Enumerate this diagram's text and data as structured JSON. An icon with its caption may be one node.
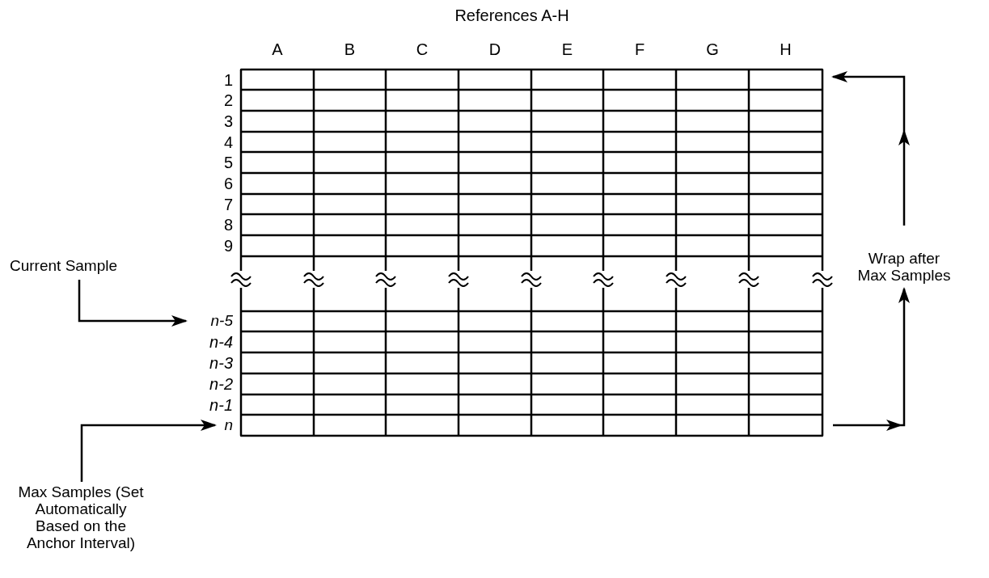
{
  "diagram": {
    "nodes": [
      {
        "text": [
          "Current Sample"
        ]
      },
      {
        "text": [
          "Max Samples (Set Automatically Based on the Anchor Interval)"
        ]
      },
      {
        "text": [
          "Wrap after Max Samples"
        ]
      },
      {
        "text": [
          "n-5"
        ]
      },
      {
        "text": [
          "n"
        ]
      },
      {
        "text": [],
        "shape": "bar"
      },
      {
        "text": [],
        "shape": "bar"
      }
    ],
    "edges": [
      {
        "from": 0,
        "to": 3,
        "arrow": "to"
      },
      {
        "from": 1,
        "to": 4,
        "arrow": "to"
      },
      {
        "from": 6,
        "to": 2,
        "arrow": "to"
      },
      {
        "from": 2,
        "to": 5,
        "arrow": "to"
      }
    ],
    "labels": [
      "References A-H",
      "A",
      "B",
      "C",
      "D",
      "E",
      "F",
      "G",
      "H",
      "1",
      "2",
      "3",
      "4",
      "5",
      "6",
      "7",
      "8",
      "9",
      "n-4",
      "n-3",
      "n-2",
      "n-1"
    ]
  }
}
